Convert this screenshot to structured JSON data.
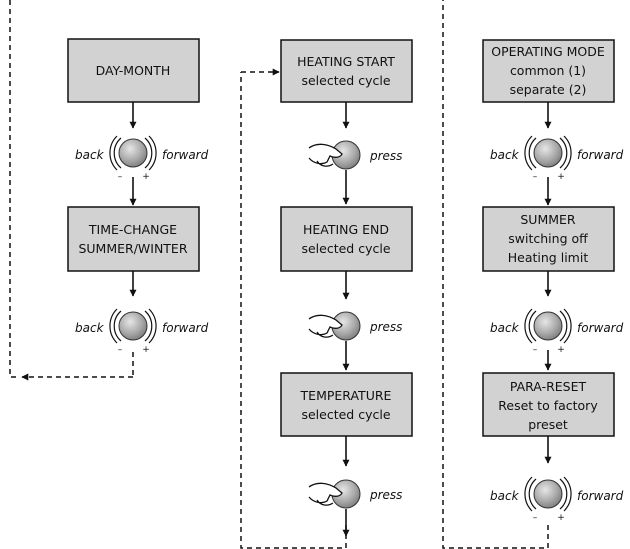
{
  "boxes": {
    "day_month": [
      "DAY-MONTH"
    ],
    "time_change": [
      "TIME-CHANGE",
      "SUMMER/WINTER"
    ],
    "heating_start": [
      "HEATING START",
      "selected cycle"
    ],
    "heating_end": [
      "HEATING END",
      "selected cycle"
    ],
    "temperature": [
      "TEMPERATURE",
      "selected cycle"
    ],
    "operating_mode": [
      "OPERATING MODE",
      "common (1)",
      "separate (2)"
    ],
    "summer": [
      "SUMMER",
      "switching off",
      "Heating limit"
    ],
    "para_reset": [
      "PARA-RESET",
      "Reset to factory",
      "preset"
    ]
  },
  "labels": {
    "back": "back",
    "forward": "forward",
    "press": "press",
    "minus": "–",
    "plus": "+"
  },
  "colors": {
    "box_fill": "#d2d2d2",
    "line": "#111111",
    "knob": "#a7a7a7"
  }
}
